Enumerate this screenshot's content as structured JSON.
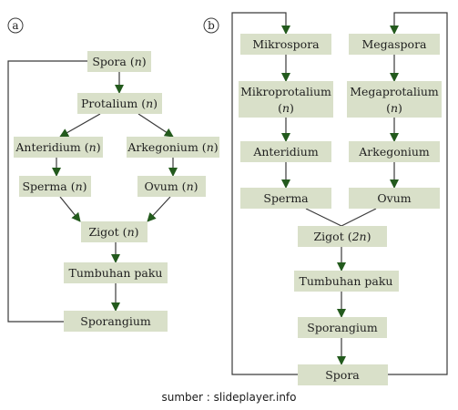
{
  "colors": {
    "box_fill": "#d9e0c9",
    "line": "#3a3a3a",
    "arrow_fill": "#235a1d",
    "panel_label_fill": "#ffffff"
  },
  "panel_a": {
    "label": "a",
    "nodes": {
      "spora": {
        "name": "Spora",
        "ploidy": "n"
      },
      "protalium": {
        "name": "Protalium",
        "ploidy": "n"
      },
      "anteridium": {
        "name": "Anteridium",
        "ploidy": "n"
      },
      "arkegonium": {
        "name": "Arkegonium",
        "ploidy": "n"
      },
      "sperma": {
        "name": "Sperma",
        "ploidy": "n"
      },
      "ovum": {
        "name": "Ovum",
        "ploidy": "n"
      },
      "zigot": {
        "name": "Zigot",
        "ploidy": "n"
      },
      "tumbuhan_paku": {
        "name": "Tumbuhan paku"
      },
      "sporangium": {
        "name": "Sporangium"
      }
    }
  },
  "panel_b": {
    "label": "b",
    "nodes": {
      "mikrospora": {
        "name": "Mikrospora"
      },
      "megaspora": {
        "name": "Megaspora"
      },
      "mikroprotalium": {
        "name": "Mikroprotalium",
        "ploidy": "n"
      },
      "megaprotalium": {
        "name": "Megaprotalium",
        "ploidy": "n"
      },
      "anteridium": {
        "name": "Anteridium"
      },
      "arkegonium": {
        "name": "Arkegonium"
      },
      "sperma": {
        "name": "Sperma"
      },
      "ovum": {
        "name": "Ovum"
      },
      "zigot": {
        "name": "Zigot",
        "ploidy": "2n"
      },
      "tumbuhan_paku": {
        "name": "Tumbuhan paku"
      },
      "sporangium": {
        "name": "Sporangium"
      },
      "spora": {
        "name": "Spora"
      }
    }
  },
  "source": "sumber : slideplayer.info"
}
